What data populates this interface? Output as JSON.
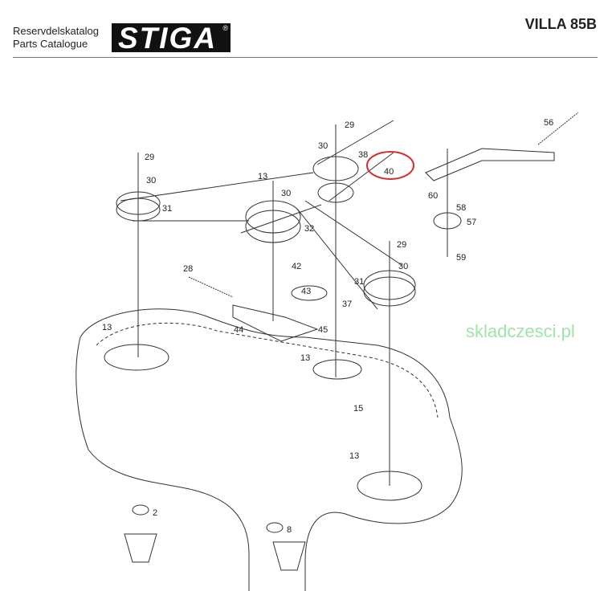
{
  "header": {
    "line1": "Reservdelskatalog",
    "line2": "Parts Catalogue",
    "logo_text": "STIGA",
    "logo_mark": "®",
    "model": "VILLA 85B"
  },
  "watermark": "skladczesci.pl",
  "highlight_color": "#d32f2f",
  "callouts": [
    "29",
    "30",
    "31",
    "13",
    "30",
    "29",
    "30",
    "38",
    "40",
    "32",
    "28",
    "42",
    "43",
    "30",
    "29",
    "31",
    "37",
    "44",
    "45",
    "13",
    "13",
    "15",
    "13",
    "56",
    "60",
    "58",
    "57",
    "59",
    "2",
    "8"
  ]
}
